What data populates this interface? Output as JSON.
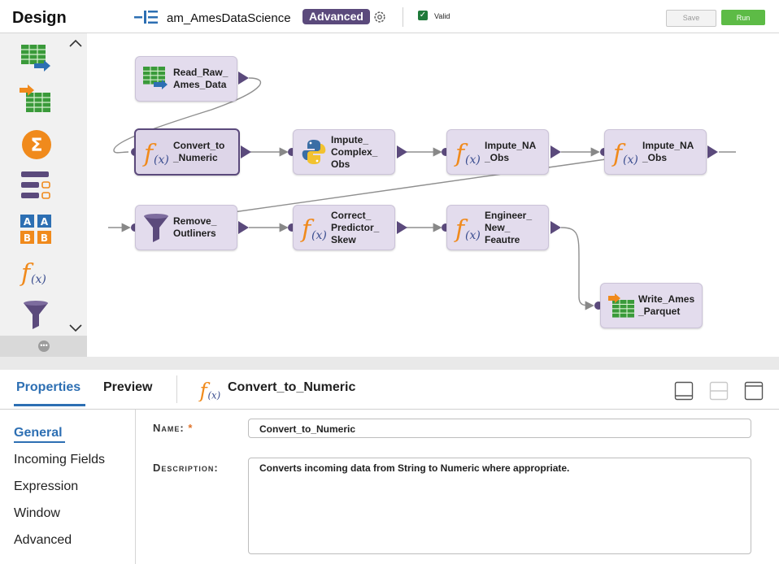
{
  "header": {
    "title": "Design",
    "mapping_name": "am_AmesDataScience",
    "mode_badge": "Advanced",
    "valid_label": "Valid",
    "save_label": "Save",
    "run_label": "Run"
  },
  "palette": {
    "items": [
      {
        "icon": "source-table-icon"
      },
      {
        "icon": "target-table-icon"
      },
      {
        "icon": "aggregator-sigma-icon"
      },
      {
        "icon": "hierarchy-icon"
      },
      {
        "icon": "ab-mapping-icon"
      },
      {
        "icon": "expression-fx-icon"
      },
      {
        "icon": "filter-funnel-icon"
      }
    ]
  },
  "canvas": {
    "nodes": [
      {
        "id": "read_raw",
        "label": "Read_Raw_\nAmes_Data",
        "icon": "source-table-icon"
      },
      {
        "id": "convert",
        "label": "Convert_to\n_Numeric",
        "icon": "expression-fx-icon",
        "selected": true
      },
      {
        "id": "impute_complex",
        "label": "Impute_\nComplex_\nObs",
        "icon": "python-icon"
      },
      {
        "id": "impute_na1",
        "label": "Impute_NA\n_Obs",
        "icon": "expression-fx-icon"
      },
      {
        "id": "impute_na2",
        "label": "Impute_NA\n_Obs",
        "icon": "expression-fx-icon"
      },
      {
        "id": "remove_outliners",
        "label": "Remove_\nOutliners",
        "icon": "filter-funnel-icon"
      },
      {
        "id": "correct_skew",
        "label": "Correct_\nPredictor_\nSkew",
        "icon": "expression-fx-icon"
      },
      {
        "id": "engineer",
        "label": "Engineer_\nNew_\nFeautre",
        "icon": "expression-fx-icon"
      },
      {
        "id": "write_parquet",
        "label": "Write_Ames\n_Parquet",
        "icon": "target-table-icon"
      }
    ]
  },
  "properties": {
    "tabs": [
      {
        "label": "Properties"
      },
      {
        "label": "Preview"
      }
    ],
    "selected_title": "Convert_to_Numeric",
    "nav": [
      "General",
      "Incoming Fields",
      "Expression",
      "Window",
      "Advanced"
    ],
    "name_label": "Name:",
    "name_required": "*",
    "name_value": "Convert_to_Numeric",
    "description_label": "Description:",
    "description_value": "Converts incoming data from String to Numeric where appropriate."
  },
  "colors": {
    "accent": "#2d6fb3",
    "node_fill": "#e3dced",
    "badge": "#5b4a7c",
    "run_green": "#5dbb46",
    "fx_orange": "#f08a1c"
  }
}
